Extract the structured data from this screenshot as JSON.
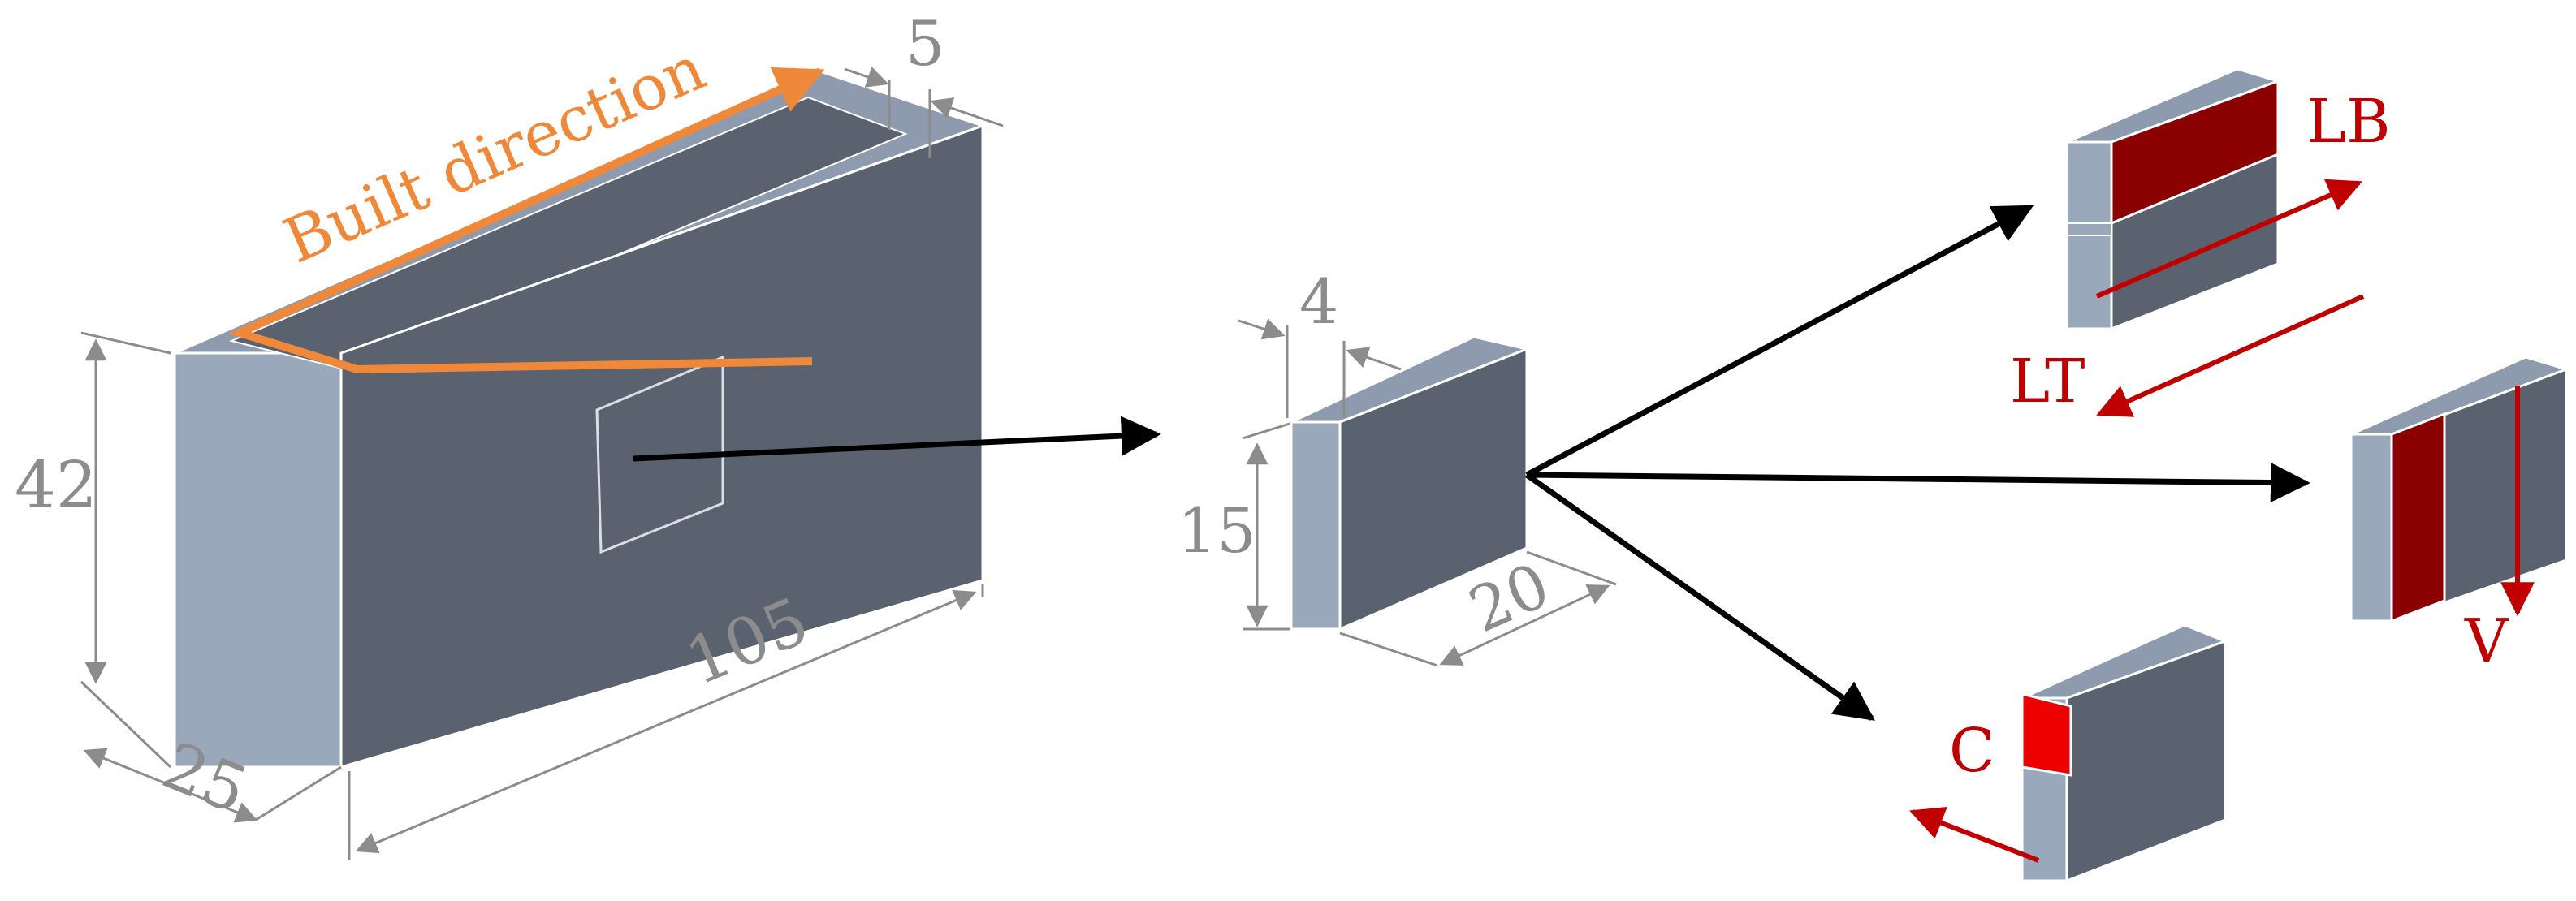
{
  "colors": {
    "face_dark": "#5a6270",
    "face_light": "#9aa8bc",
    "face_top": "#8e9bae",
    "edge": "#ffffff",
    "dimension": "#8c8c8c",
    "build": "#f0883a",
    "orientation": "#c00000",
    "orientation_fill": "#8b0000",
    "orientation_fill_bright": "#ee0000",
    "arrow": "#000000"
  },
  "wall": {
    "build_label": "Built direction",
    "thickness": "5",
    "height": "42",
    "width": "25",
    "length": "105"
  },
  "specimen": {
    "thickness": "4",
    "height": "15",
    "length": "20"
  },
  "orientations": {
    "lb": "LB",
    "lt": "LT",
    "v": "V",
    "c": "C"
  }
}
